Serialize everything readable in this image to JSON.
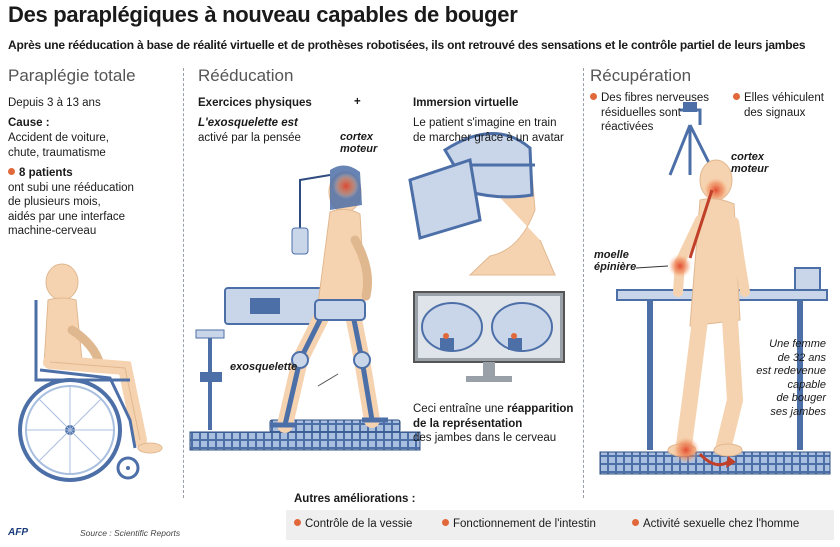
{
  "header": {
    "title": "Des paraplégiques à nouveau capables de bouger",
    "subtitle": "Après une rééducation à base de réalité virtuelle et de prothèses robotisées, ils ont retrouvé des sensations et le contrôle partiel de leurs jambes"
  },
  "col1": {
    "heading": "Paraplégie totale",
    "duration": "Depuis 3 à 13 ans",
    "cause_label": "Cause :",
    "cause_text": [
      "Accident de voiture,",
      "chute, traumatisme"
    ],
    "patients_bold": "8 patients",
    "patients_text": [
      "ont subi une rééducation",
      "de plusieurs mois,",
      "aidés par une interface",
      "machine-cerveau"
    ]
  },
  "col2": {
    "heading": "Rééducation",
    "physical_label": "Exercices physiques",
    "plus": "+",
    "exo_line1_italic": "L'exosquelette est",
    "exo_line2": "activé par la pensée",
    "cortex_label": [
      "cortex",
      "moteur"
    ],
    "exo_label": "exosquelette",
    "vr_label": "Immersion virtuelle",
    "vr_text": [
      "Le patient s'imagine en train",
      "de marcher grâce à un avatar"
    ],
    "result_prefix": "Ceci entraîne une",
    "result_bold1": "réapparition",
    "result_bold2": "de la représentation",
    "result_suffix": "des jambes dans le cerveau"
  },
  "col3": {
    "heading": "Récupération",
    "fibers_text": [
      "Des fibres nerveuses",
      "résiduelles sont",
      "réactivées"
    ],
    "signals_text": [
      "Elles véhiculent",
      "des signaux"
    ],
    "cortex_label": [
      "cortex",
      "moteur"
    ],
    "spine_label": [
      "moelle",
      "épinière"
    ],
    "woman_text": [
      "Une femme",
      "de 32 ans",
      "est redevenue",
      "capable",
      "de bouger",
      "ses jambes"
    ]
  },
  "footer": {
    "improvements_label": "Autres améliorations :",
    "items": [
      "Contrôle de la vessie",
      "Fonctionnement de l'intestin",
      "Activité sexuelle chez l'homme"
    ],
    "agency": "AFP",
    "source": "Source : Scientific Reports"
  },
  "colors": {
    "accent": "#e0683a",
    "skin": "#f6d3b0",
    "device": "#4d6fa8",
    "device_light": "#c9d6ea",
    "divider": "#9aa0a8"
  }
}
